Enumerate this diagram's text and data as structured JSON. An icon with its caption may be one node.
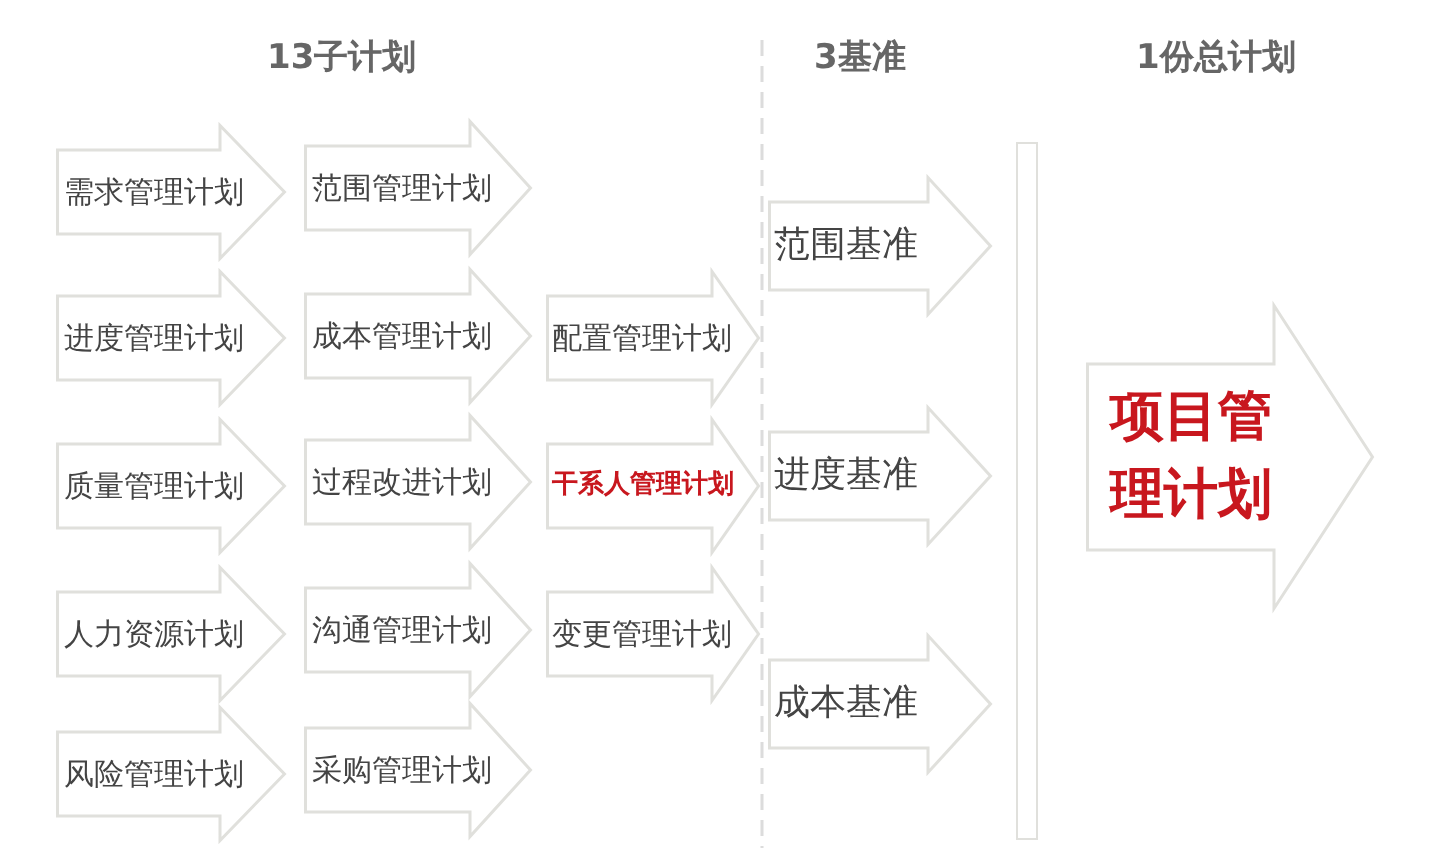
{
  "diagram": {
    "nodes": [
      {
        "text": [
          "需求管理计划"
        ]
      },
      {
        "text": [
          "进度管理计划"
        ]
      },
      {
        "text": [
          "质量管理计划"
        ]
      },
      {
        "text": [
          "人力资源计划"
        ]
      },
      {
        "text": [
          "风险管理计划"
        ]
      },
      {
        "text": [
          "范围管理计划"
        ]
      },
      {
        "text": [
          "成本管理计划"
        ]
      },
      {
        "text": [
          "过程改进计划"
        ]
      },
      {
        "text": [
          "沟通管理计划"
        ]
      },
      {
        "text": [
          "采购管理计划"
        ]
      },
      {
        "text": [
          "配置管理计划"
        ]
      },
      {
        "text": [
          "干系人管理计划"
        ]
      },
      {
        "text": [
          "变更管理计划"
        ]
      },
      {
        "text": [
          "范围基准"
        ]
      },
      {
        "text": [
          "进度基准"
        ]
      },
      {
        "text": [
          "成本基准"
        ]
      },
      {
        "text": [],
        "shape": "bar"
      },
      {
        "text": [
          "项目管理计划"
        ]
      }
    ],
    "labels": [
      "13子计划",
      "3基准",
      "1份总计划"
    ]
  }
}
